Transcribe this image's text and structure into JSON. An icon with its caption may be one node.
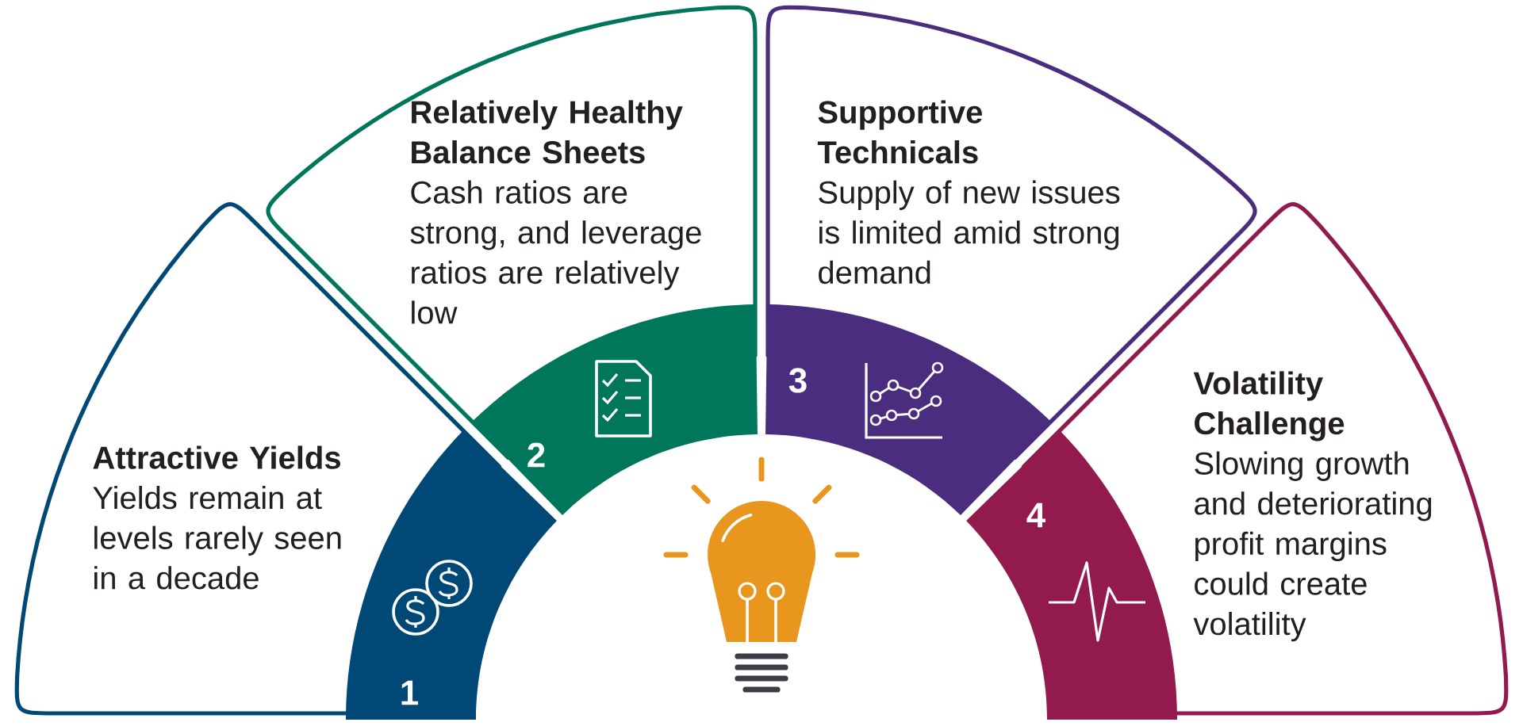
{
  "diagram": {
    "nodes": [
      {
        "text": [
          "Attractive Yields",
          "Yields remain at levels rarely seen in a decade"
        ]
      },
      {
        "text": [
          "Relatively Healthy Balance Sheets",
          "Cash ratios are strong, and leverage ratios are relatively low"
        ]
      },
      {
        "text": [
          "Supportive Technicals",
          "Supply of new issues is limited amid strong demand"
        ]
      },
      {
        "text": [
          "Volatility Challenge",
          "Slowing growth and deteriorating profit margins could create volatility"
        ]
      },
      {
        "text": [
          "1"
        ]
      },
      {
        "text": [
          "2"
        ]
      },
      {
        "text": [
          "3"
        ]
      },
      {
        "text": [
          "4"
        ]
      }
    ]
  }
}
